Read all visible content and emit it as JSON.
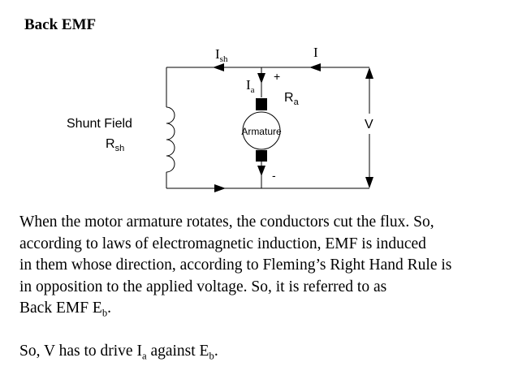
{
  "title": "Back EMF",
  "circuit": {
    "line_current": {
      "symbol": "I"
    },
    "shunt_current": {
      "symbol": "I",
      "sub": "sh"
    },
    "armature_current": {
      "symbol": "I",
      "sub": "a"
    },
    "plus": "+",
    "minus": "-",
    "armature_resistance": {
      "symbol": "R",
      "sub": "a"
    },
    "armature_label": "Armature",
    "shunt_field_label": "Shunt Field",
    "shunt_resistance": {
      "symbol": "R",
      "sub": "sh"
    },
    "voltage": "V"
  },
  "paragraph": {
    "line1": "When the motor armature rotates, the conductors cut the flux. So,",
    "line2": "according to laws of electromagnetic induction, EMF is induced",
    "line3": "in them whose direction, according to Fleming’s Right Hand Rule is",
    "line4": "in opposition to the applied voltage. So, it is referred to as",
    "line5_a": "Back EMF  E",
    "line5_sub": "b",
    "line5_b": ".",
    "line6_a": "So, V has to drive I",
    "line6_sub1": "a",
    "line6_b": " against E",
    "line6_sub2": "b",
    "line6_c": "."
  }
}
